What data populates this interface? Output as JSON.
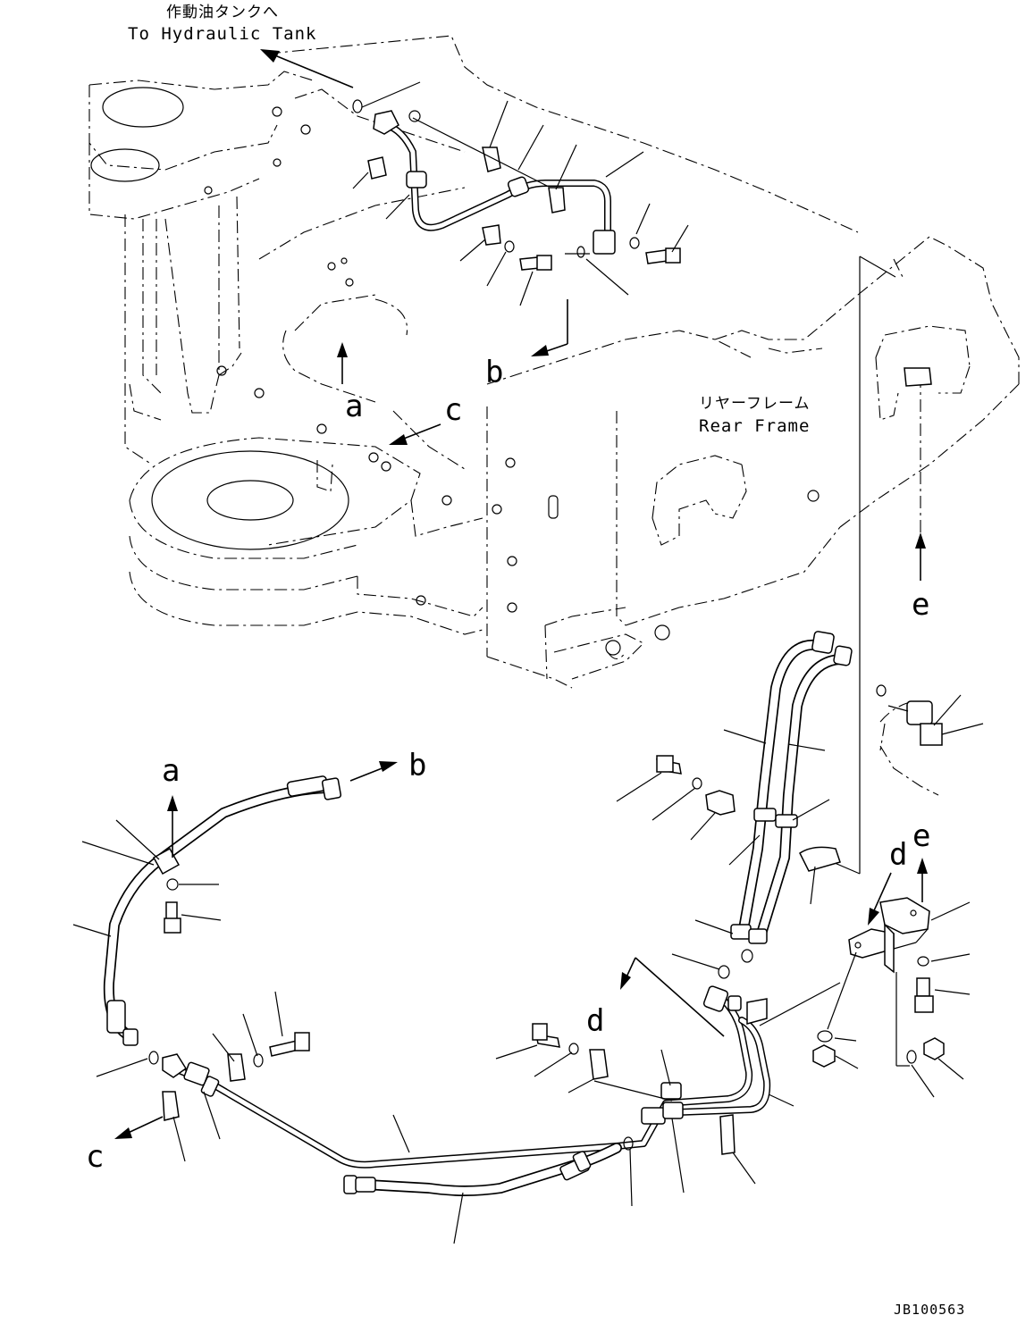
{
  "header": {
    "title_ja": "作動油タンクへ",
    "title_en": "To Hydraulic Tank"
  },
  "frame_label": {
    "ja": "リヤーフレーム",
    "en": "Rear Frame"
  },
  "reference_letters": {
    "a_top": "a",
    "b_top": "b",
    "c_top": "c",
    "e_top": "e",
    "a_bottom": "a",
    "b_bottom": "b",
    "c_bottom": "c",
    "d_left": "d",
    "d_right": "d",
    "e_bottom": "e"
  },
  "drawing_code": "JB100563"
}
